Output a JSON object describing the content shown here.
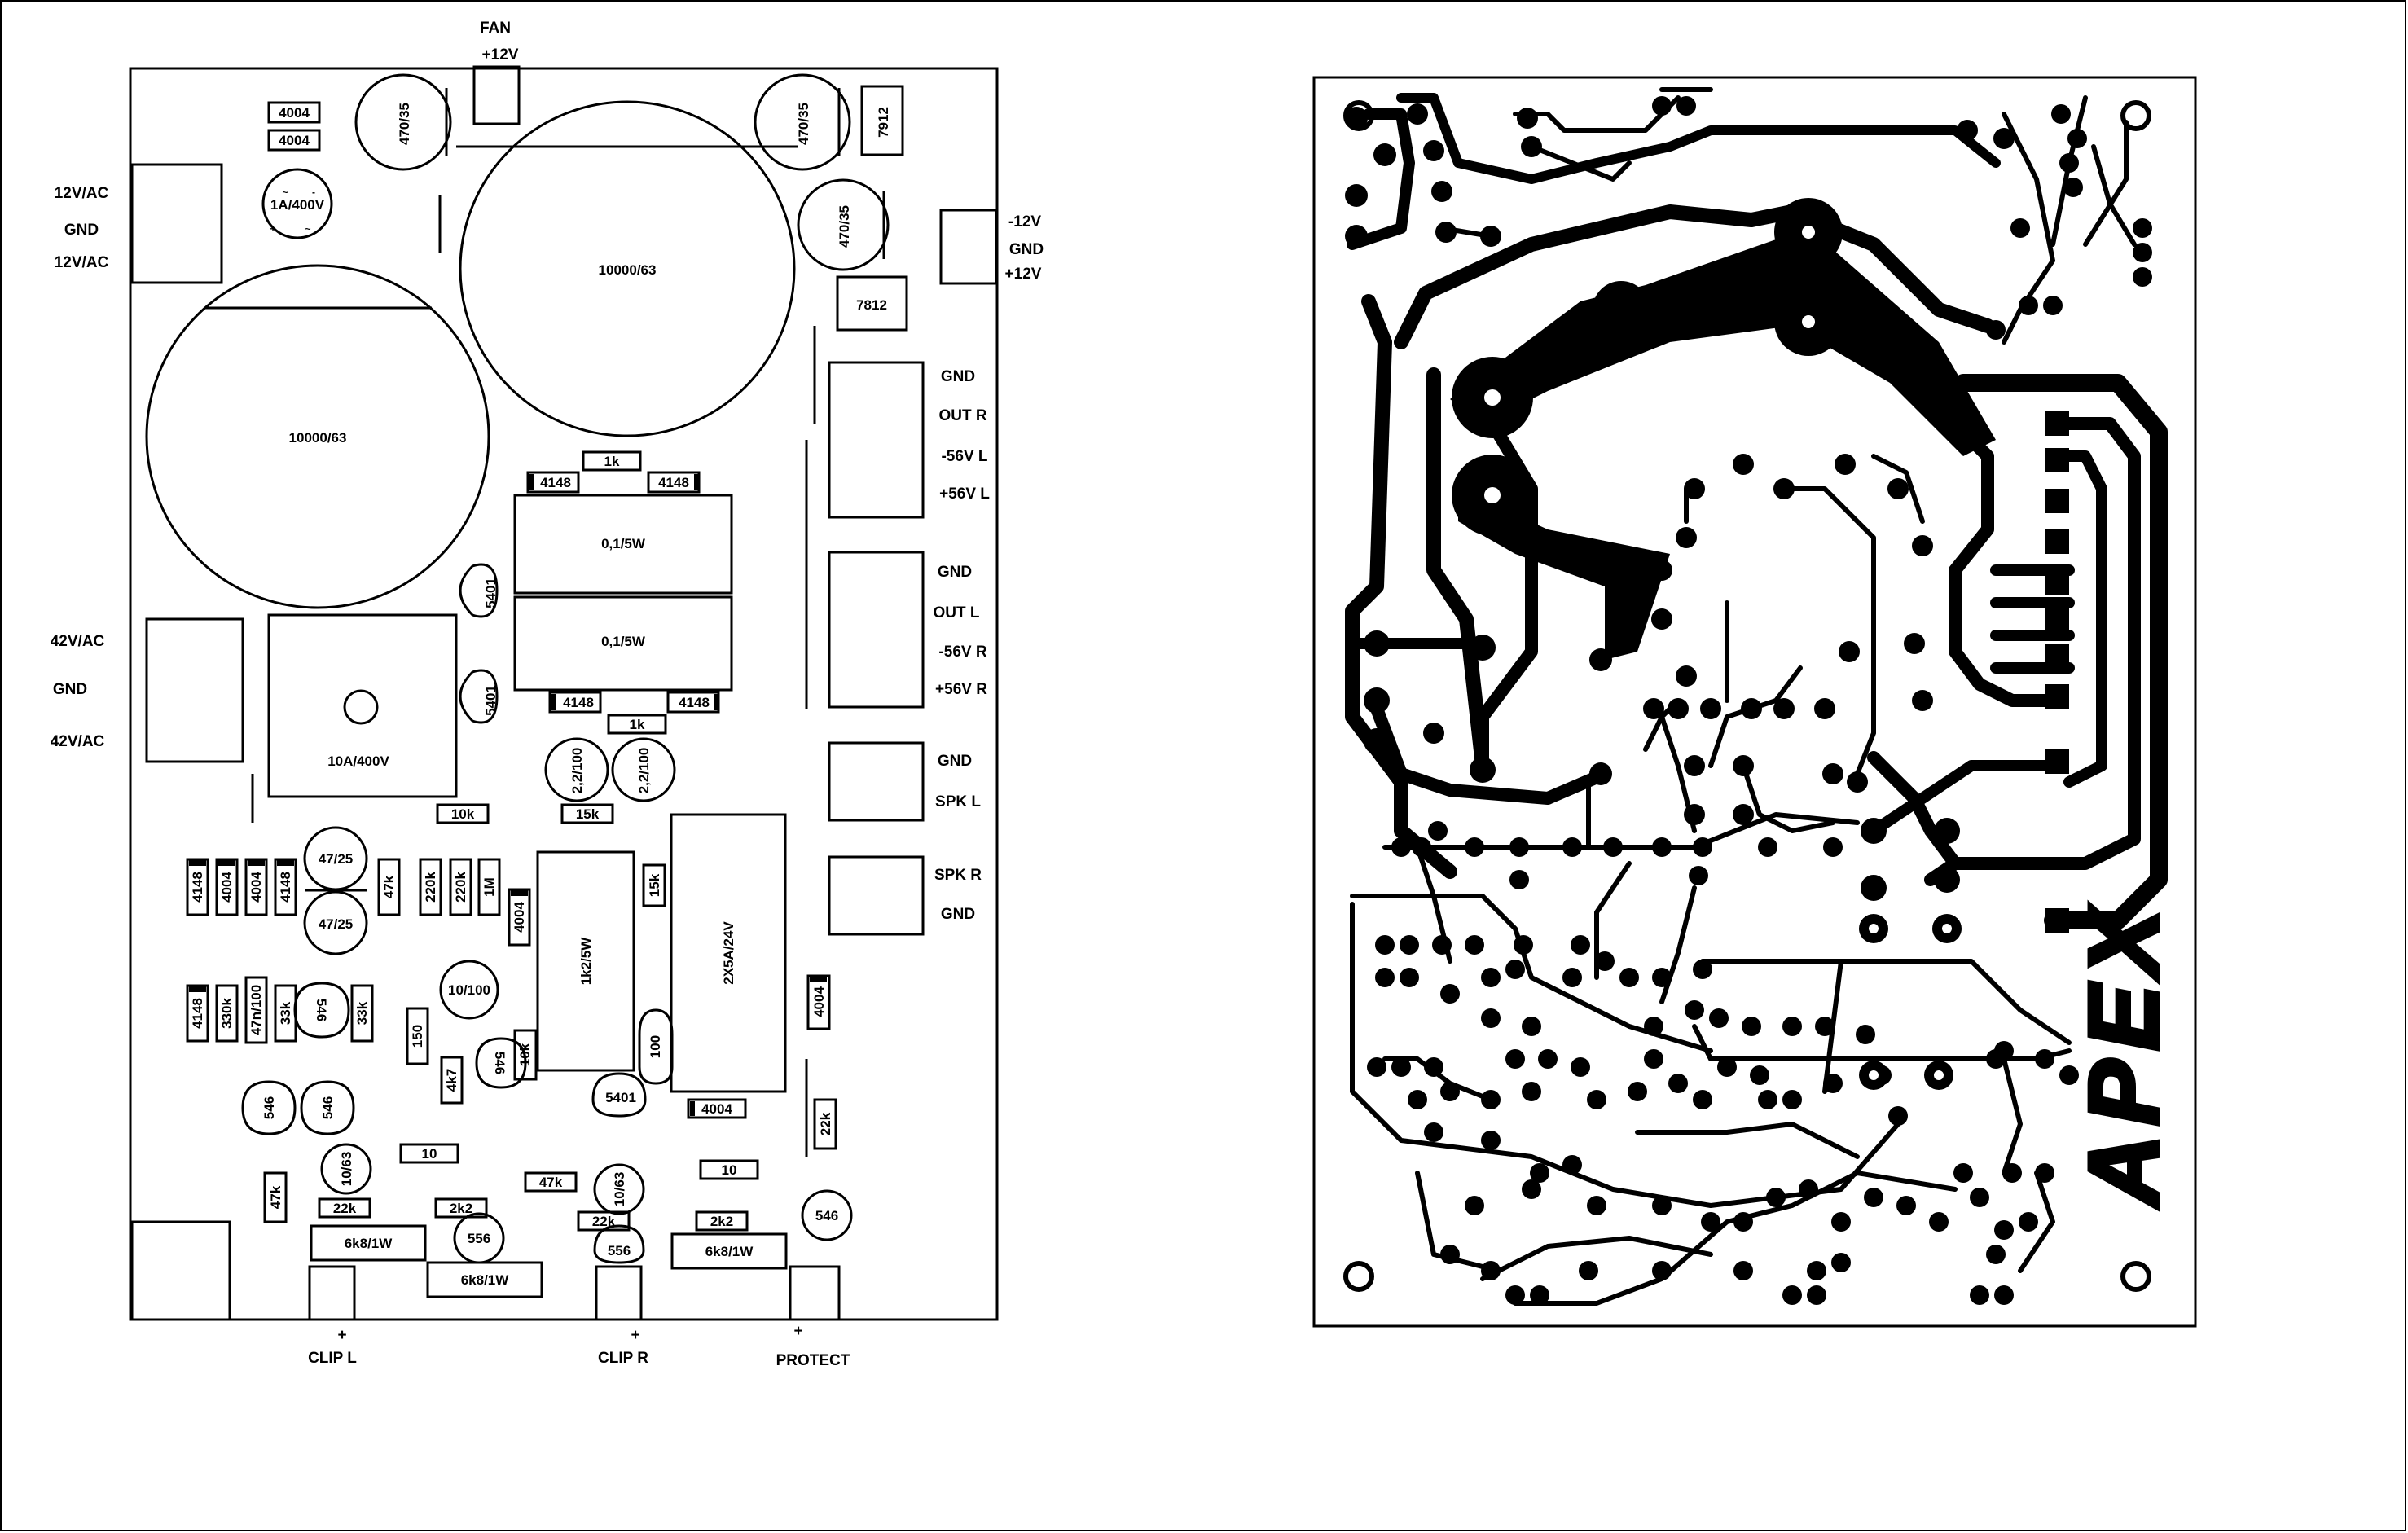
{
  "layout_diagram": {
    "top_labels": {
      "fan": "FAN",
      "fan_voltage": "+12V"
    },
    "left_labels": {
      "ac_in_1": "12V/AC",
      "gnd_1": "GND",
      "ac_in_2": "12V/AC",
      "ac_in_3": "42V/AC",
      "gnd_2": "GND",
      "ac_in_4": "42V/AC"
    },
    "right_labels": {
      "supply_minus12": "-12V",
      "supply_gnd": "GND",
      "supply_plus12": "+12V",
      "out_r_gnd": "GND",
      "out_r": "OUT R",
      "out_r_minus56": "-56V L",
      "out_r_plus56": "+56V L",
      "out_l_gnd": "GND",
      "out_l": "OUT L",
      "out_l_minus56": "-56V R",
      "out_l_plus56": "+56V R",
      "spk_l_gnd": "GND",
      "spk_l": "SPK L",
      "spk_r": "SPK R",
      "spk_r_gnd": "GND"
    },
    "bottom_labels": {
      "clip_l_plus": "+",
      "clip_l": "CLIP L",
      "clip_r_plus": "+",
      "clip_r": "CLIP R",
      "protect_plus": "+",
      "protect": "PROTECT"
    },
    "components": {
      "d_4004_a": "4004",
      "d_4004_b": "4004",
      "bridge_small": "1A/400V",
      "bridge_small_tilde": "~",
      "bridge_small_minus": "-",
      "bridge_small_plus": "+",
      "bridge_small_tilde2": "~",
      "c_470_a": "470/35",
      "c_470_b": "470/35",
      "c_470_c": "470/35",
      "reg_7912": "7912",
      "reg_7812": "7812",
      "cap_big_1": "10000/63",
      "cap_big_2": "10000/63",
      "r_1k_top": "1k",
      "d_4148_tl": "4148",
      "d_4148_tr": "4148",
      "r_01_a": "0,1/5W",
      "r_01_b": "0,1/5W",
      "t_5401_a": "5401",
      "t_5401_b": "5401",
      "d_4148_bl": "4148",
      "d_4148_br": "4148",
      "r_1k_bot": "1k",
      "bridge_big": "10A/400V",
      "c_22_a": "2,2/100",
      "c_22_b": "2,2/100",
      "r_10k_a": "10k",
      "r_15k_a": "15k",
      "c_47_a": "47/25",
      "c_47_b": "47/25",
      "v_4148_a": "4148",
      "v_4004_a": "4004",
      "v_4004_b": "4004",
      "v_4148_b": "4148",
      "r_47k_a": "47k",
      "r_220k_a": "220k",
      "r_220k_b": "220k",
      "r_1m": "1M",
      "v_4004_c": "4004",
      "r_1k2": "1k2/5W",
      "r_15k_b": "15k",
      "relay": "2X5A/24V",
      "c_10_100": "10/100",
      "v_4148_c": "4148",
      "r_330k": "330k",
      "c_47n": "47n/100",
      "r_33k_a": "33k",
      "t_546_a": "546",
      "r_33k_b": "33k",
      "r_150": "150",
      "r_4k7": "4k7",
      "t_546_b": "546",
      "r_10k_b": "10k",
      "c_100": "100",
      "v_4004_d": "4004",
      "t_546_c": "546",
      "t_546_d": "546",
      "t_5401_c": "5401",
      "d_4004_e": "4004",
      "r_22k_a": "22k",
      "c_10_63_a": "10/63",
      "r_10_a": "10",
      "r_47k_b": "47k",
      "c_10_63_b": "10/63",
      "r_10_b": "10",
      "r_47k_c": "47k",
      "r_22k_b": "22k",
      "r_2k2_a": "2k2",
      "t_556_a": "556",
      "r_22k_c": "22k",
      "r_2k2_b": "2k2",
      "t_546_e": "546",
      "r_6k8_a": "6k8/1W",
      "r_6k8_b": "6k8/1W",
      "t_556_b": "556",
      "r_6k8_c": "6k8/1W"
    }
  },
  "pcb": {
    "logo": "APEX"
  }
}
